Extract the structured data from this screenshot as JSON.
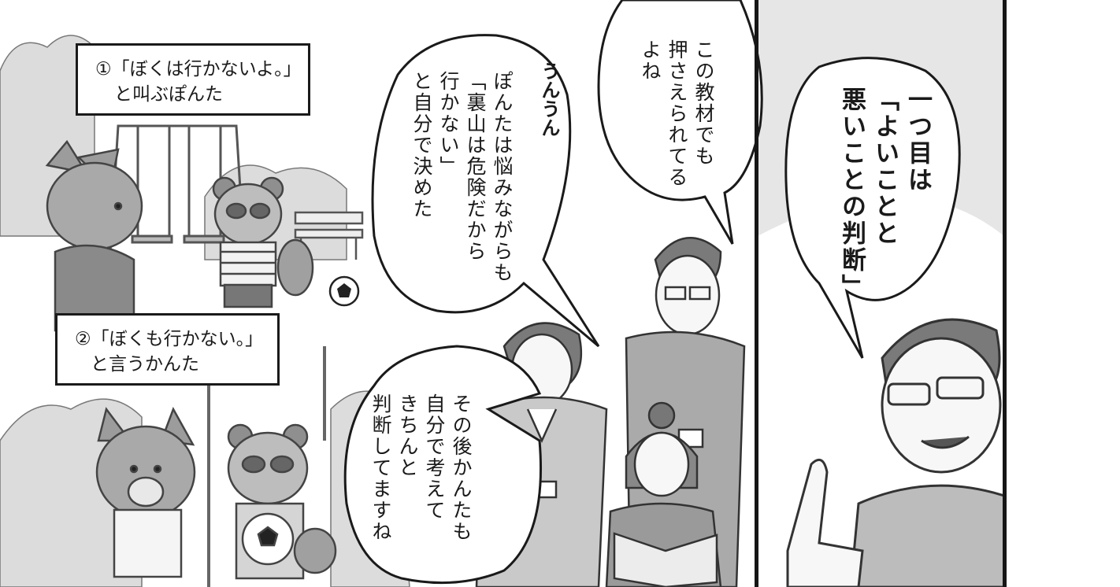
{
  "caption_1": {
    "lines": [
      "①「ぼくは行かないよ。」",
      "と叫ぶぽんた"
    ]
  },
  "caption_2": {
    "lines": [
      "②「ぼくも行かない。」",
      "と言うかんた"
    ]
  },
  "sfx": {
    "sound": "うんうん"
  },
  "bubble_material": {
    "lines": [
      "この教材でも",
      "押さえられてる",
      "よね"
    ]
  },
  "bubble_ponta": {
    "lines": [
      "ぽんたは悩みながらも",
      "「裏山は危険だから",
      "行かない」",
      "と自分で決めた"
    ]
  },
  "bubble_kanta": {
    "lines": [
      "その後かんたも",
      "自分で考えて",
      "きちんと",
      "判断してますね"
    ]
  },
  "bubble_teacher": {
    "lines": [
      "一つ目は",
      "「よいことと",
      "悪いことの判断」"
    ]
  },
  "colors": {
    "ink": "#1a1a1a",
    "paper": "#ffffff",
    "tone_light": "#e6e6e6",
    "tone_mid": "#c4c4c4",
    "tone_dark": "#8f8f8f"
  }
}
